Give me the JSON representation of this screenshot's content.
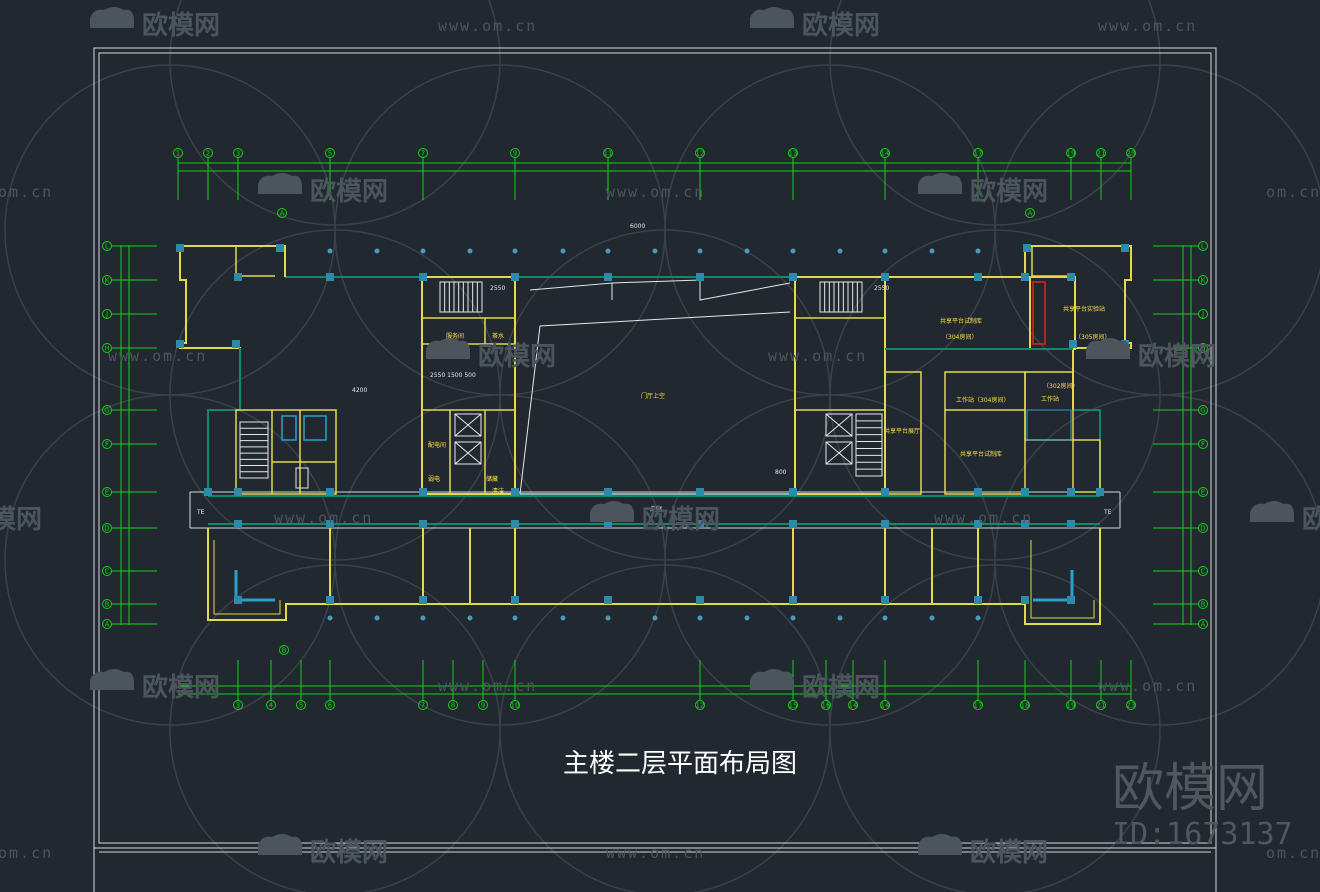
{
  "drawing": {
    "title": "主楼二层平面布局图",
    "watermark_brand": "欧模网",
    "watermark_url": "www.om.cn",
    "watermark_url_short": "om.cn",
    "watermark_id": "ID:1673137"
  },
  "grid_axes": {
    "top": [
      "1",
      "2",
      "3",
      "5",
      "7",
      "9",
      "11",
      "12",
      "13",
      "14",
      "17",
      "19",
      "21",
      "23"
    ],
    "bottom": [
      "3",
      "4",
      "5",
      "6",
      "7",
      "8",
      "9",
      "10",
      "12",
      "15",
      "16",
      "14",
      "14",
      "17",
      "18",
      "19",
      "21",
      "23"
    ],
    "left": [
      "L",
      "K",
      "J",
      "H",
      "G",
      "F",
      "E",
      "D",
      "C",
      "B",
      "A"
    ],
    "right": [
      "L",
      "K",
      "J",
      "H",
      "G",
      "F",
      "E",
      "D",
      "C",
      "B",
      "A"
    ],
    "callouts": [
      "A",
      "B",
      "A"
    ]
  },
  "rooms": {
    "atrium": "门厅上空",
    "dim_center": "6000",
    "dim_lobby": "4200",
    "dim_atrium": "800",
    "corridor_tag": "走廊",
    "stair_tag": "2550",
    "east_lab_top": "共享平台试制库",
    "east_lab_top_note": "（304房间）",
    "east_lab_top_right": "共享平台实验站",
    "east_lab_top_right_note": "（305房间）",
    "workstation": "工作站（304房间）",
    "workstation2": "工作站",
    "workstation2_note": "（302房间）",
    "east_lab_bottom": "共享平台试制库",
    "east_lab_left": "共享平台展厅",
    "west_room_a": "服务间",
    "west_room_b": "茶水",
    "west_room_c": "配电间",
    "west_room_d": "弱电",
    "west_room_e": "储藏",
    "west_room_f": "清洁",
    "dim_row": "2550 1500 500",
    "end_left": "TE",
    "end_right": "TE"
  }
}
